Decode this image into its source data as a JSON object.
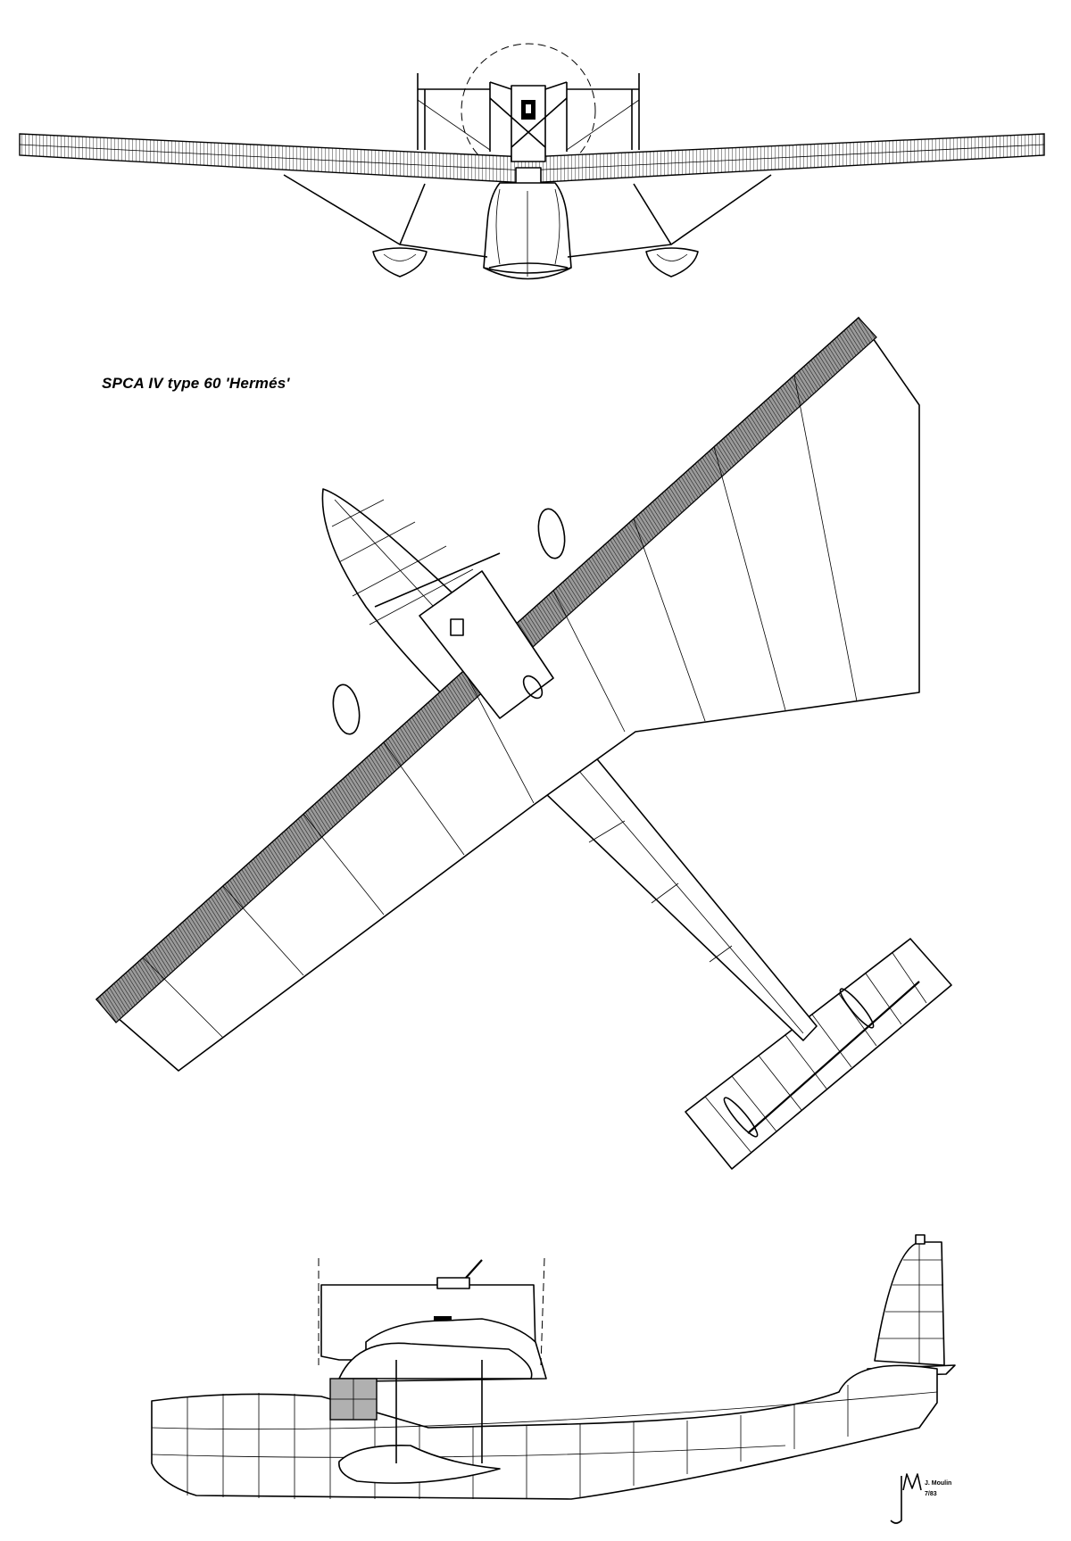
{
  "title": "SPCA IV type 60 'Hermés'",
  "signature": {
    "name": "J. Moulin",
    "date": "7/83"
  },
  "views": {
    "front": "front-view",
    "top": "top-view",
    "side": "side-view"
  }
}
